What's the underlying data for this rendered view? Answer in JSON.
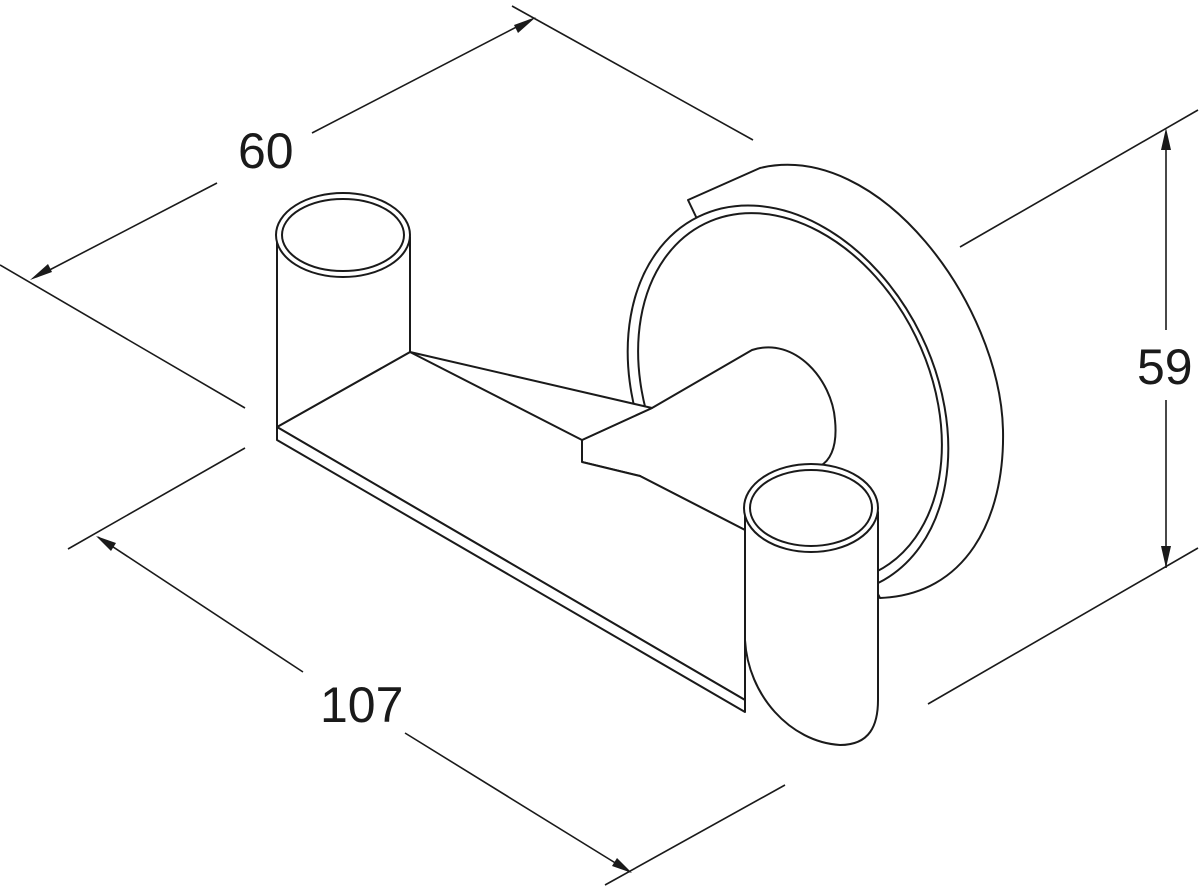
{
  "dimensions": {
    "width": "60",
    "length": "107",
    "height": "59"
  }
}
